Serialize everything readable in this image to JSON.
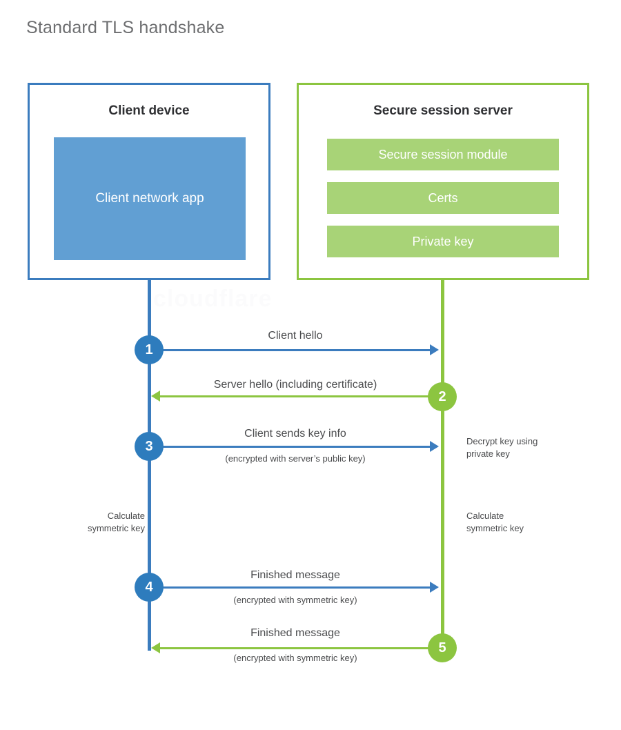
{
  "title": "Standard TLS handshake",
  "colors": {
    "client_blue": "#3b7cbe",
    "client_app_fill": "#619fd3",
    "server_green": "#8cc540",
    "server_bar_fill": "#a8d377",
    "step_blue": "#2e7cbd",
    "step_green": "#8cc540",
    "title_gray": "#6d6e70",
    "text_dark": "#2f3033",
    "label_gray": "#4a4b4d"
  },
  "client_panel": {
    "title": "Client device",
    "app_label": "Client network app"
  },
  "server_panel": {
    "title": "Secure session server",
    "bars": [
      {
        "label": "Secure session module"
      },
      {
        "label": "Certs"
      },
      {
        "label": "Private key"
      }
    ]
  },
  "steps": [
    {
      "number": "1",
      "direction": "client-to-server",
      "color": "blue",
      "label": "Client hello",
      "sublabel": ""
    },
    {
      "number": "2",
      "direction": "server-to-client",
      "color": "green",
      "label": "Server hello (including certificate)",
      "sublabel": ""
    },
    {
      "number": "3",
      "direction": "client-to-server",
      "color": "blue",
      "label": "Client sends key info",
      "sublabel": "(encrypted with server’s public key)"
    },
    {
      "number": "4",
      "direction": "client-to-server",
      "color": "blue",
      "label": "Finished message",
      "sublabel": "(encrypted with symmetric key)"
    },
    {
      "number": "5",
      "direction": "server-to-client",
      "color": "green",
      "label": "Finished message",
      "sublabel": "(encrypted with symmetric key)"
    }
  ],
  "annotations": {
    "server_decrypt": "Decrypt key using\nprivate key",
    "client_calculate": "Calculate\nsymmetric key",
    "server_calculate": "Calculate\nsymmetric key"
  },
  "watermark": "cloudflare"
}
